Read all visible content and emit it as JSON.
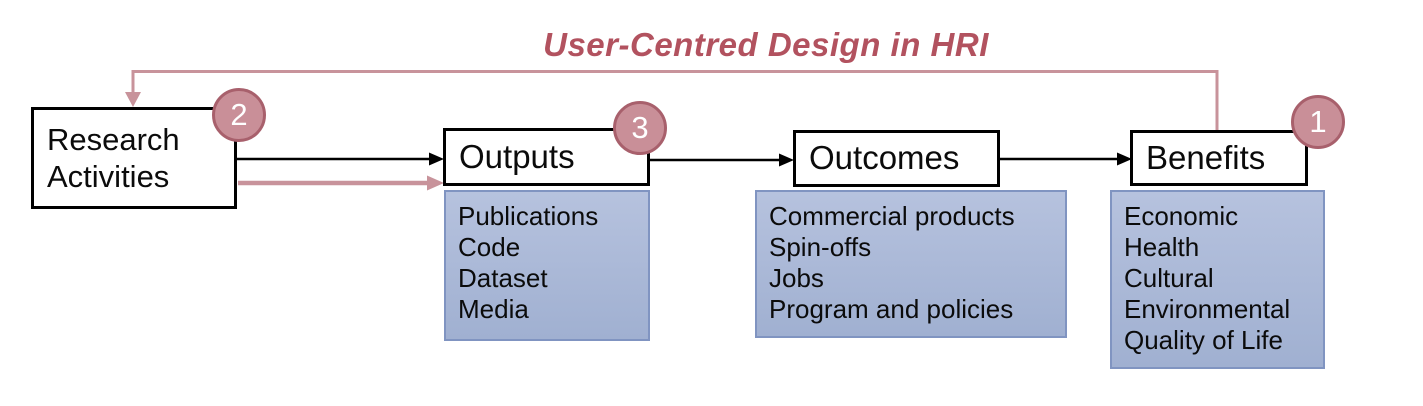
{
  "title": "User-Centred Design in HRI",
  "colors": {
    "accent": "#b2525f",
    "pink_line": "#c8939b",
    "circle_fill": "#c98f98",
    "circle_border": "#a8606c",
    "list_fill_top": "#b6c2de",
    "list_fill_bottom": "#a0b0d1",
    "list_border": "#8094c1",
    "ink": "#0b0b0b"
  },
  "stages": [
    {
      "label": "Research Activities",
      "badge": "2",
      "items": []
    },
    {
      "label": "Outputs",
      "badge": "3",
      "items": [
        "Publications",
        "Code",
        "Dataset",
        "Media"
      ]
    },
    {
      "label": "Outcomes",
      "badge": "",
      "items": [
        "Commercial products",
        "Spin-offs",
        "Jobs",
        "Program and policies"
      ]
    },
    {
      "label": "Benefits",
      "badge": "1",
      "items": [
        "Economic",
        "Health",
        "Cultural",
        "Environmental",
        "Quality of Life"
      ]
    }
  ]
}
